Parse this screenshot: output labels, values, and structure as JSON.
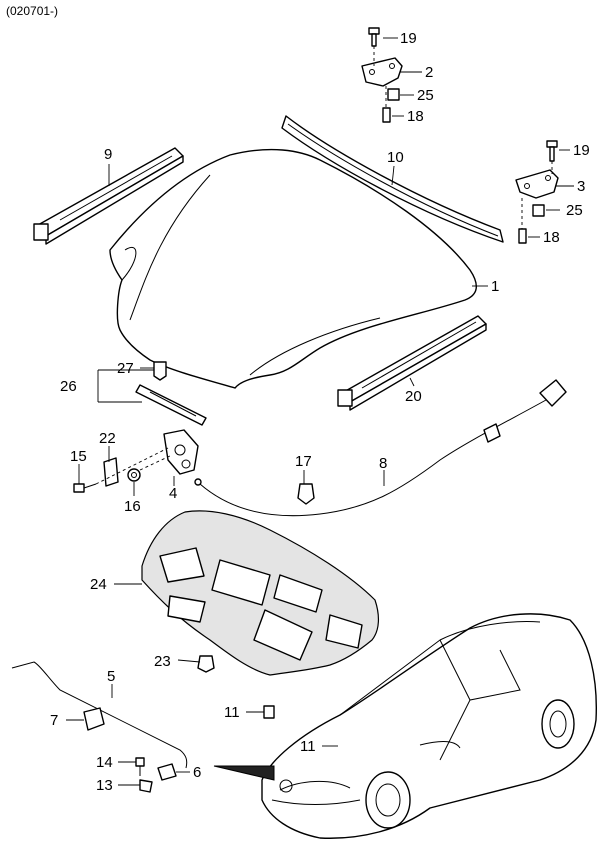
{
  "diagram": {
    "code": "(020701-)",
    "labels": {
      "p1": "1",
      "p2": "2",
      "p3": "3",
      "p4": "4",
      "p5": "5",
      "p6": "6",
      "p7": "7",
      "p8": "8",
      "p9": "9",
      "p10": "10",
      "p11a": "11",
      "p11b": "11",
      "p13": "13",
      "p14": "14",
      "p15": "15",
      "p16": "16",
      "p17": "17",
      "p18a": "18",
      "p18b": "18",
      "p19a": "19",
      "p19b": "19",
      "p20": "20",
      "p22": "22",
      "p23": "23",
      "p24": "24",
      "p25a": "25",
      "p25b": "25",
      "p26": "26",
      "p27": "27"
    }
  }
}
